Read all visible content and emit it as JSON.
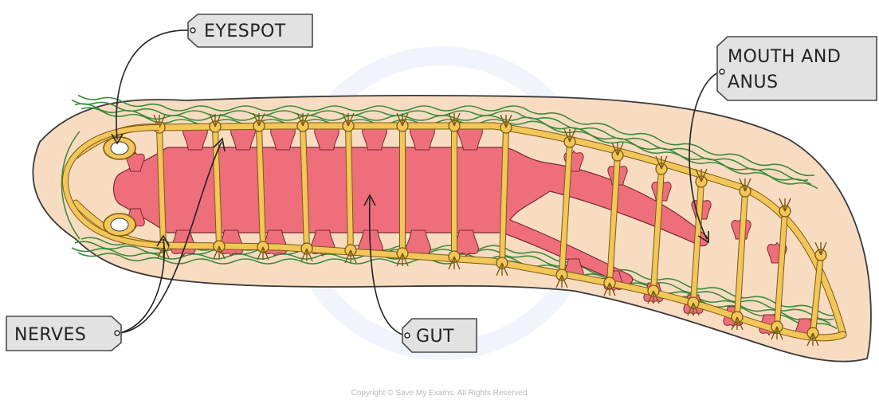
{
  "labels": {
    "eyespot": "EYESPOT",
    "mouth_line1": "MOUTH AND",
    "mouth_line2": "ANUS",
    "nerves": "NERVES",
    "gut": "GUT"
  },
  "copyright": "Copyright © Save My Exams. All Rights Reserved",
  "colors": {
    "body_fill": "#f8dcc2",
    "body_outline": "#3a3a3a",
    "gut": "#ee6e7c",
    "gut_outline": "#7a2a34",
    "nerve": "#f3c65a",
    "nerve_outline": "#7a5a10",
    "nerve_net": "#3b8b3b",
    "label_box": "#e2e2e2"
  }
}
